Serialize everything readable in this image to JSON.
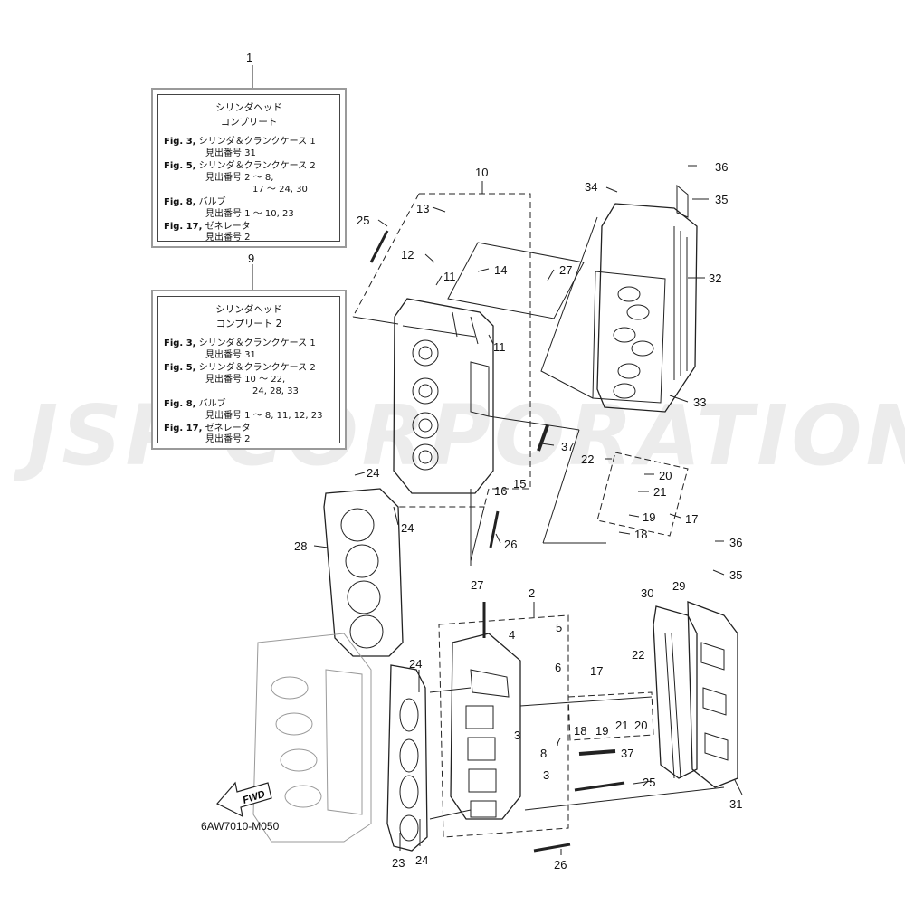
{
  "diagram": {
    "figure_code": "6AW7010-M050",
    "fwd_label": "FWD",
    "watermark": "JSP CORPORATION",
    "box1": {
      "number": "1",
      "title_line1": "シリンダヘッド",
      "title_line2": "コンプリート",
      "refs": [
        {
          "fig": "Fig. 3,",
          "desc": "シリンダ＆クランクケース 1",
          "cont": [
            "見出番号 31"
          ]
        },
        {
          "fig": "Fig. 5,",
          "desc": "シリンダ＆クランクケース 2",
          "cont": [
            "見出番号 2 ～ 8,",
            "17 ～ 24, 30"
          ]
        },
        {
          "fig": "Fig. 8,",
          "desc": "バルブ",
          "cont": [
            "見出番号 1 ～ 10, 23"
          ]
        },
        {
          "fig": "Fig. 17,",
          "desc": "ゼネレータ",
          "cont": [
            "見出番号 2"
          ]
        }
      ]
    },
    "box2": {
      "number": "9",
      "title_line1": "シリンダヘッド",
      "title_line2": "コンプリート 2",
      "refs": [
        {
          "fig": "Fig. 3,",
          "desc": "シリンダ＆クランクケース 1",
          "cont": [
            "見出番号 31"
          ]
        },
        {
          "fig": "Fig. 5,",
          "desc": "シリンダ＆クランクケース 2",
          "cont": [
            "見出番号 10 ～ 22,",
            "24, 28, 33"
          ]
        },
        {
          "fig": "Fig. 8,",
          "desc": "バルブ",
          "cont": [
            "見出番号 1 ～ 8, 11, 12, 23"
          ]
        },
        {
          "fig": "Fig. 17,",
          "desc": "ゼネレータ",
          "cont": [
            "見出番号 2"
          ]
        }
      ]
    },
    "callouts": [
      "10",
      "13",
      "25",
      "12",
      "11",
      "14",
      "27",
      "11",
      "24",
      "24",
      "28",
      "26",
      "16",
      "15",
      "37",
      "34",
      "36",
      "35",
      "32",
      "33",
      "22",
      "20",
      "21",
      "19",
      "17",
      "18",
      "36",
      "35",
      "30",
      "29",
      "2",
      "27",
      "4",
      "5",
      "6",
      "3",
      "8",
      "7",
      "3",
      "24",
      "22",
      "17",
      "18",
      "19",
      "21",
      "20",
      "37",
      "25",
      "31",
      "23",
      "24",
      "26"
    ]
  }
}
